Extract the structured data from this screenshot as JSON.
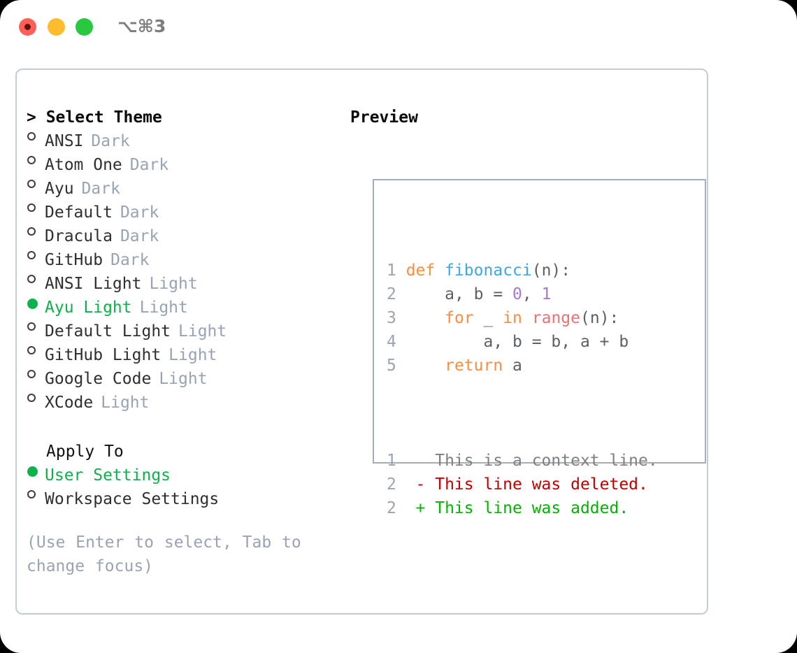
{
  "window": {
    "shortcut": "⌥⌘3",
    "controls": {
      "close": "close-dot",
      "minimize": "minimize-dot",
      "maximize": "maximize-dot"
    }
  },
  "theme_picker": {
    "heading": "> Select Theme",
    "items": [
      {
        "name": "ANSI",
        "badge": "Dark",
        "selected": false
      },
      {
        "name": "Atom One",
        "badge": "Dark",
        "selected": false
      },
      {
        "name": "Ayu",
        "badge": "Dark",
        "selected": false
      },
      {
        "name": "Default",
        "badge": "Dark",
        "selected": false
      },
      {
        "name": "Dracula",
        "badge": "Dark",
        "selected": false
      },
      {
        "name": "GitHub",
        "badge": "Dark",
        "selected": false
      },
      {
        "name": "ANSI Light",
        "badge": "Light",
        "selected": false
      },
      {
        "name": "Ayu Light",
        "badge": "Light",
        "selected": true
      },
      {
        "name": "Default Light",
        "badge": "Light",
        "selected": false
      },
      {
        "name": "GitHub Light",
        "badge": "Light",
        "selected": false
      },
      {
        "name": "Google Code",
        "badge": "Light",
        "selected": false
      },
      {
        "name": "XCode",
        "badge": "Light",
        "selected": false
      }
    ]
  },
  "apply_to": {
    "heading": "Apply To",
    "items": [
      {
        "name": "User Settings",
        "selected": true
      },
      {
        "name": "Workspace Settings",
        "selected": false
      }
    ]
  },
  "hint": "(Use Enter to select, Tab to change focus)",
  "preview": {
    "heading": "Preview",
    "code_lines": [
      {
        "num": "1",
        "indent": 0,
        "tokens": [
          {
            "t": "def",
            "c": "kw"
          },
          {
            "t": " ",
            "c": "txt"
          },
          {
            "t": "fibonacci",
            "c": "fn"
          },
          {
            "t": "(n):",
            "c": "txt"
          }
        ]
      },
      {
        "num": "2",
        "indent": 1,
        "tokens": [
          {
            "t": "a, b = ",
            "c": "txt"
          },
          {
            "t": "0",
            "c": "num"
          },
          {
            "t": ", ",
            "c": "txt"
          },
          {
            "t": "1",
            "c": "num"
          }
        ]
      },
      {
        "num": "3",
        "indent": 1,
        "tokens": [
          {
            "t": "for",
            "c": "kw"
          },
          {
            "t": " _ ",
            "c": "txt"
          },
          {
            "t": "in",
            "c": "kw"
          },
          {
            "t": " ",
            "c": "txt"
          },
          {
            "t": "range",
            "c": "bi"
          },
          {
            "t": "(n):",
            "c": "txt"
          }
        ]
      },
      {
        "num": "4",
        "indent": 2,
        "tokens": [
          {
            "t": "a, b = b, a + b",
            "c": "txt"
          }
        ]
      },
      {
        "num": "5",
        "indent": 1,
        "tokens": [
          {
            "t": "return",
            "c": "kw"
          },
          {
            "t": " a",
            "c": "txt"
          }
        ]
      }
    ],
    "diff_lines": [
      {
        "num": "1",
        "marker": " ",
        "text": "This is a context line.",
        "kind": "context"
      },
      {
        "num": "2",
        "marker": "-",
        "text": "This line was deleted.",
        "kind": "deleted"
      },
      {
        "num": "2",
        "marker": "+",
        "text": "This line was added.",
        "kind": "added"
      }
    ]
  },
  "colors": {
    "accent_green": "#0db14b",
    "badge_grey": "#98a3b3",
    "hint_grey": "#9aa3b2",
    "panel_border": "#c3ccd6",
    "preview_border": "#a3aeba",
    "keyword": "#fa8d3e",
    "function": "#3aa9e6",
    "number": "#a37acc",
    "builtin": "#f07171",
    "text": "#5c6166",
    "diff_context": "#808080",
    "diff_deleted": "#c00000",
    "diff_added": "#00b400",
    "dot_close": "#ff5f57",
    "dot_minimize": "#febc2e",
    "dot_maximize": "#28c840"
  }
}
